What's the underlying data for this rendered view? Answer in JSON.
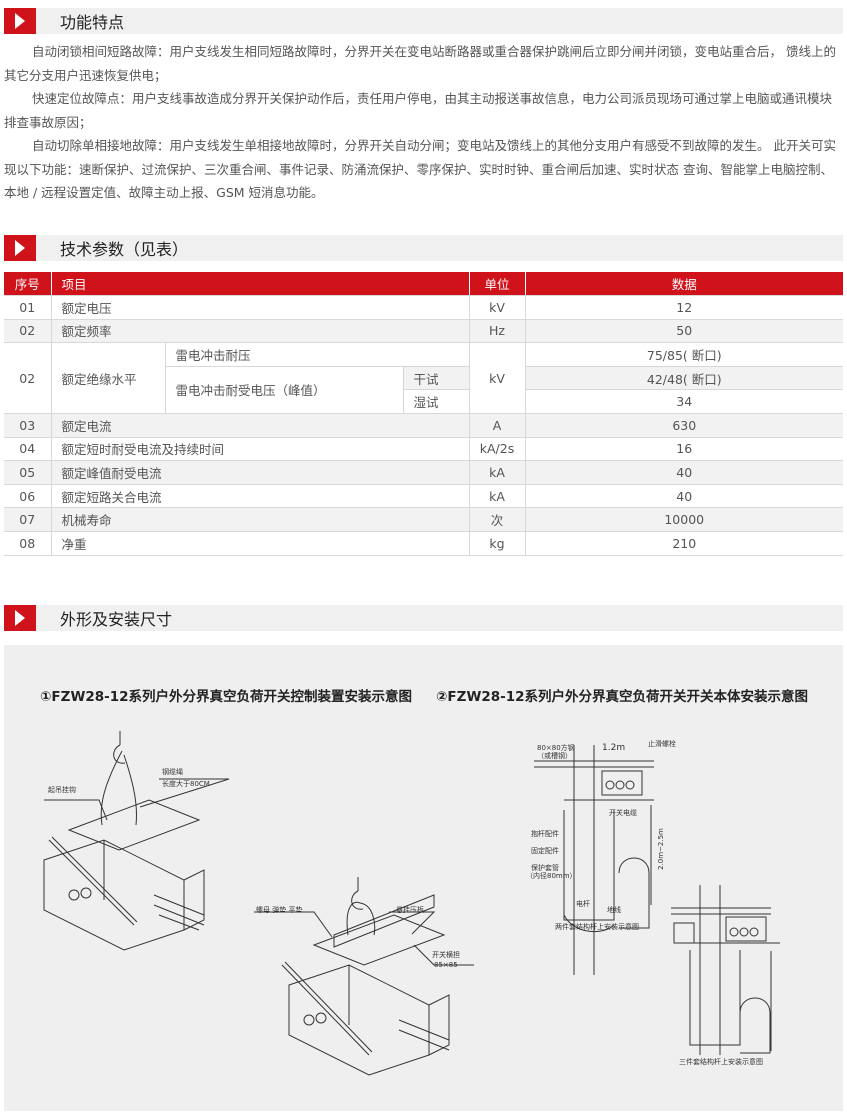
{
  "sections": {
    "features": "功能特点",
    "params": "技术参数（见表）",
    "dims": "外形及安装尺寸"
  },
  "features": [
    "自动闭锁相间短路故障：用户支线发生相同短路故障时，分界开关在变电站断路器或重合器保护跳闸后立即分闸并闭锁，变电站重合后，  馈线上的其它分支用户迅速恢复供电；",
    "快速定位故障点：用户支线事故造成分界开关保护动作后，责任用户停电，由其主动报送事故信息，电力公司派员现场可通过掌上电脑或通讯模块排查事故原因；",
    "自动切除单相接地故障：用户支线发生单相接地故障时，分界开关自动分闸；变电站及馈线上的其他分支用户有感受不到故障的发生。 此开关可实现以下功能：速断保护、过流保护、三次重合闸、事件记录、防涌流保护、零序保护、实时时钟、重合闸后加速、实时状态 查询、智能掌上电脑控制、本地 / 远程设置定值、故障主动上报、GSM 短消息功能。"
  ],
  "table": {
    "headers": [
      "序号",
      "项目",
      "单位",
      "数据"
    ],
    "rows": [
      {
        "no": "01",
        "item": "额定电压",
        "unit": "kV",
        "value": "12"
      },
      {
        "no": "02",
        "item": "额定频率",
        "unit": "Hz",
        "value": "50"
      }
    ],
    "insulation": {
      "no": "02",
      "item": "额定绝缘水平",
      "sub1": "雷电冲击耐压",
      "sub2": "雷电冲击耐受电压（峰值）",
      "dry": "干试",
      "wet": "湿试",
      "unit": "kV",
      "v1": "75/85( 断口)",
      "v2": "42/48( 断口)",
      "v3": "34"
    },
    "rows2": [
      {
        "no": "03",
        "item": "额定电流",
        "unit": "A",
        "value": "630"
      },
      {
        "no": "04",
        "item": "额定短时耐受电流及持续时间",
        "unit": "kA/2s",
        "value": "16"
      },
      {
        "no": "05",
        "item": "额定峰值耐受电流",
        "unit": "kA",
        "value": "40"
      },
      {
        "no": "06",
        "item": "额定短路关合电流",
        "unit": "kA",
        "value": "40"
      },
      {
        "no": "07",
        "item": "机械寿命",
        "unit": "次",
        "value": "10000"
      },
      {
        "no": "08",
        "item": "净重",
        "unit": "kg",
        "value": "210"
      }
    ]
  },
  "diagrams": {
    "title1": "①FZW28-12系列户外分界真空负荷开关控制装置安装示意图",
    "title2": "②FZW28-12系列户外分界真空负荷开关开关本体安装示意图",
    "d1": {
      "hook": "起吊挂钩",
      "rope": "钢缆绳",
      "rope_len": "长度大于80CM",
      "nut": "螺母 弹垫 平垫",
      "plate": "悬挂压板",
      "beam": "开关横担",
      "beam_size": "85×85"
    },
    "d2": {
      "steel": "80×80方钢",
      "steel2": "（或槽钢）",
      "dist": "1.2m",
      "bolt": "止滑螺栓",
      "cable": "开关电缆",
      "hold": "抱杆配件",
      "fix": "固定配件",
      "pipe": "保护套管",
      "pipe2": "（内径80mm）",
      "height": "2.0m~2.5m",
      "pole": "电杆",
      "ground": "地线",
      "cap1": "两件套结构杆上安装示意图",
      "cap2": "三件套结构杆上安装示意图"
    }
  }
}
